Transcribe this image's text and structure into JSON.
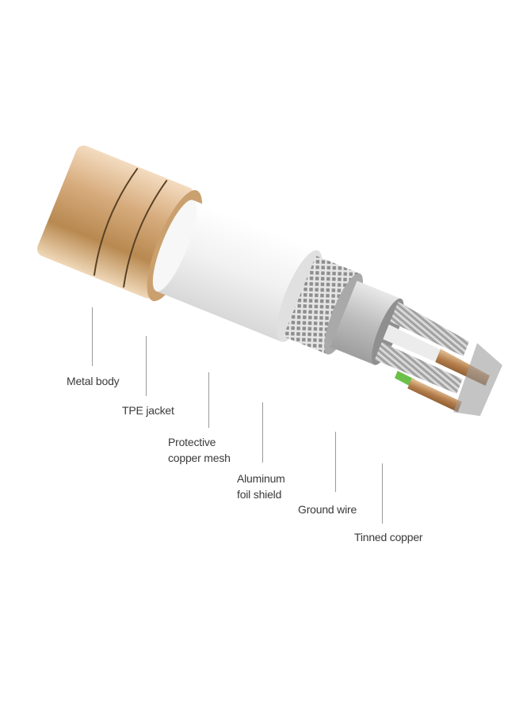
{
  "diagram": {
    "subject": "Cable cross-section cutaway",
    "labels": [
      {
        "id": "metal-body",
        "text": "Metal body"
      },
      {
        "id": "tpe-jacket",
        "text": "TPE jacket"
      },
      {
        "id": "protective-copper-mesh",
        "line1": "Protective",
        "line2": "copper mesh"
      },
      {
        "id": "aluminum-foil-shield",
        "line1": "Aluminum",
        "line2": "foil shield"
      },
      {
        "id": "ground-wire",
        "text": "Ground wire"
      },
      {
        "id": "tinned-copper",
        "text": "Tinned copper"
      }
    ],
    "colors": {
      "metal_body": "#d9b184",
      "tpe_jacket": "#f2f2f2",
      "mesh": "#b8b8b8",
      "foil": "#c9c9c9",
      "ground_wire": "#6cc04a",
      "copper": "#c89664",
      "tinned_strands": "#a8a8a8",
      "label_text": "#3a3a3a",
      "leader_line": "#9a9a9a"
    }
  }
}
